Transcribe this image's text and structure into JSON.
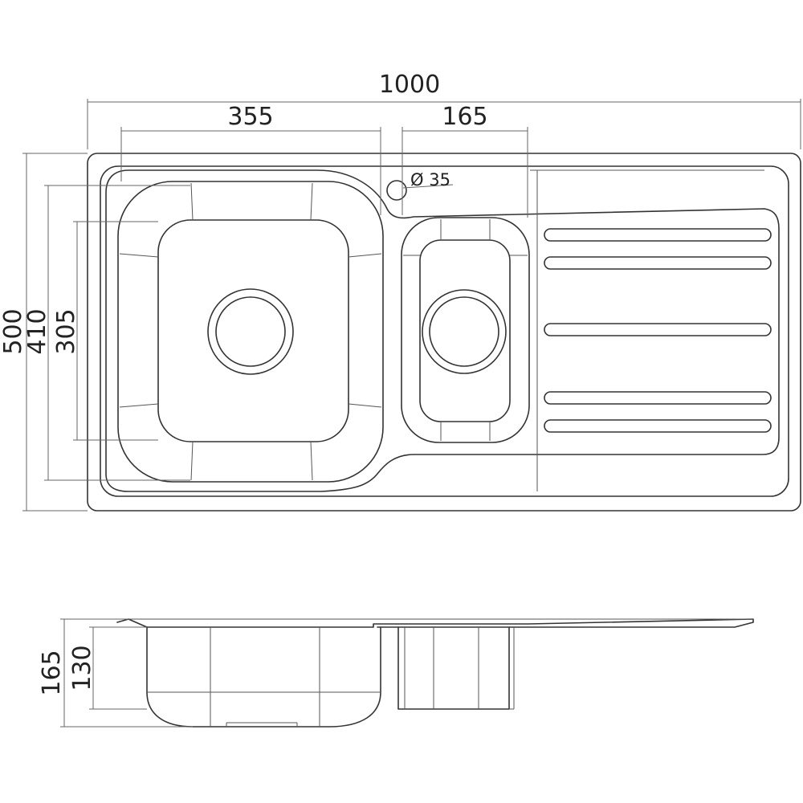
{
  "dimensions": {
    "overall_width": "1000",
    "large_bowl_width": "355",
    "small_bowl_width": "165",
    "tap_hole": "Ø 35",
    "overall_depth": "500",
    "bowl_depth": "410",
    "small_bowl_depth": "305",
    "total_height": "165",
    "bowl_height": "130"
  }
}
